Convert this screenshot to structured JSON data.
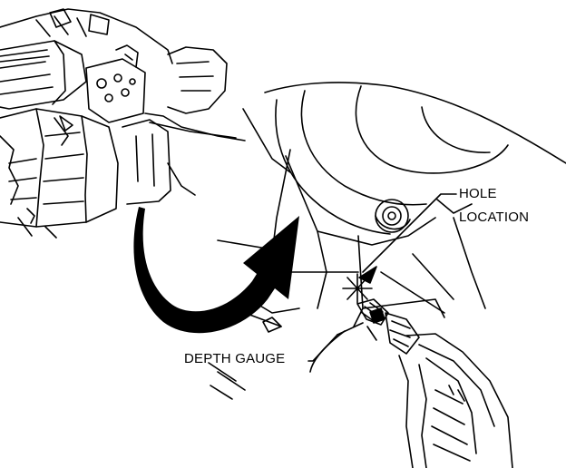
{
  "labels": {
    "hole_location_line1": "HOLE",
    "hole_location_line2": "LOCATION",
    "depth_gauge": "DEPTH GAUGE"
  },
  "colors": {
    "ink": "#000000",
    "paper": "#ffffff"
  }
}
